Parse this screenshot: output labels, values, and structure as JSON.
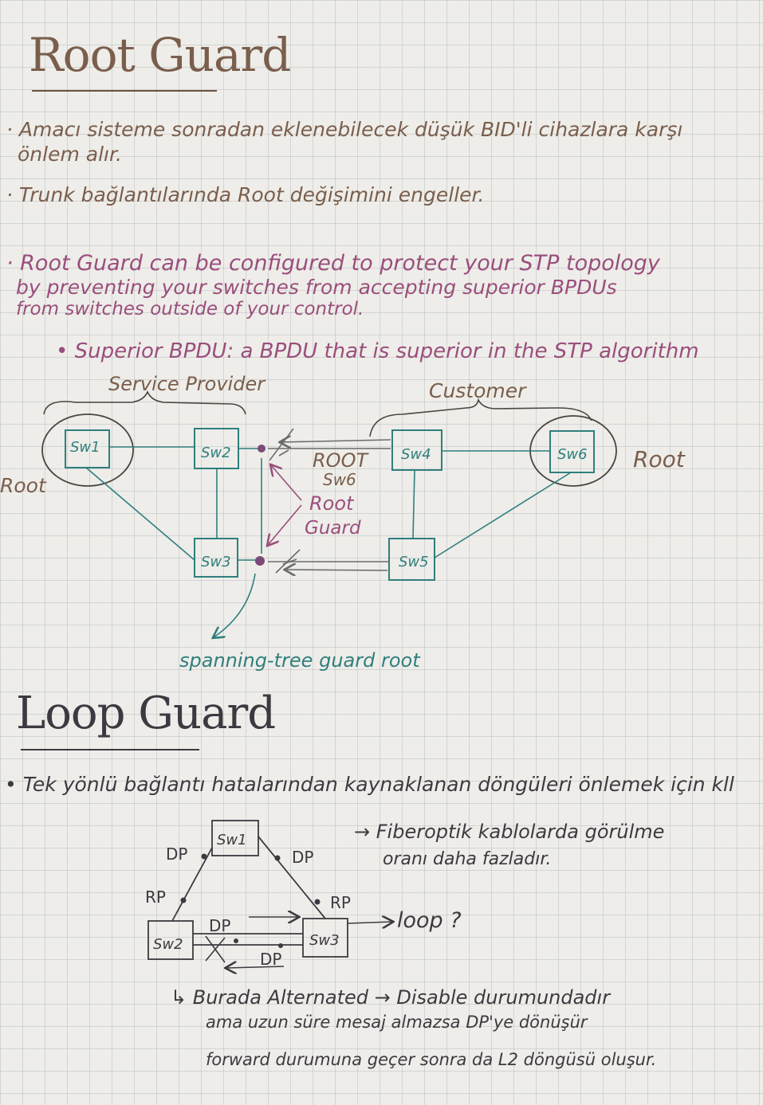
{
  "root_guard": {
    "title": "Root Guard",
    "bullet_1_line_1": "Amacı sisteme sonradan eklenebilecek düşük BID'li cihazlara karşı",
    "bullet_1_line_2": "önlem alır.",
    "bullet_2": "Trunk bağlantılarında Root değişimini engeller.",
    "bullet_3_line_1": "Root Guard can be configured to protect your STP topology",
    "bullet_3_line_2": "by preventing your switches from accepting superior BPDUs",
    "bullet_3_line_3": "from switches outside of your control.",
    "sub_bullet": "Superior BPDU: a BPDU that is superior in the STP algorithm",
    "diagram": {
      "service_provider_label": "Service Provider",
      "customer_label": "Customer",
      "root_left_label": "Root",
      "root_right_label": "Root",
      "root_sw6_line_1": "ROOT",
      "root_sw6_line_2": "Sw6",
      "root_guard_line_1": "Root",
      "root_guard_line_2": "Guard",
      "switches": [
        "Sw1",
        "Sw2",
        "Sw3",
        "Sw4",
        "Sw5",
        "Sw6"
      ],
      "command": "spanning-tree guard root"
    }
  },
  "loop_guard": {
    "title": "Loop Guard",
    "bullet_1": "Tek yönlü bağlantı hatalarından kaynaklanan döngüleri önlemek için kll",
    "fiber_line_1": "→ Fiberoptik kablolarda görülme",
    "fiber_line_2": "oranı daha fazladır.",
    "loop_label": "loop ?",
    "switches": [
      "Sw1",
      "Sw2",
      "Sw3"
    ],
    "port_labels": [
      "DP",
      "DP",
      "RP",
      "RP",
      "DP",
      "DP"
    ],
    "note_line_1": "↳ Burada Alternated → Disable durumundadır",
    "note_line_2": "ama uzun süre mesaj almazsa DP'ye dönüşür",
    "note_line_3": "forward durumuna geçer sonra da L2 döngüsü oluşur."
  },
  "colors": {
    "ink_brown": "#7a5e4c",
    "ink_pink": "#9a4e7c",
    "ink_teal": "#2f7f7d",
    "ink_dark": "#3e3940",
    "ink_gray": "#6b6b6b"
  }
}
